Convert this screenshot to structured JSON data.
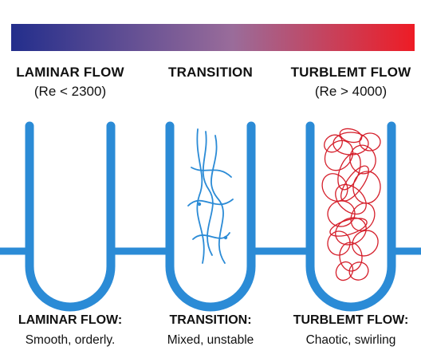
{
  "gradient": {
    "color_start": "#232e8c",
    "color_mid": "#9a6c9a",
    "color_end": "#ee1c25"
  },
  "colors": {
    "tube": "#2b8bd6",
    "laminar_lines": "#ffffff",
    "transition_lines": "#2b8bd6",
    "turbulent_lines": "#d51f2b"
  },
  "columns": [
    {
      "title": "LAMINAR FLOW",
      "subtitle": "(Re < 2300)",
      "caption_title": "LAMINAR FLOW:",
      "caption_desc": "Smooth, orderly."
    },
    {
      "title": "TRANSITION",
      "subtitle": "",
      "caption_title": "TRANSITION:",
      "caption_desc": "Mixed, unstable"
    },
    {
      "title": "TURBLEMT FLOW",
      "subtitle": "(Re > 4000)",
      "caption_title": "TURBLEMT FLOW:",
      "caption_desc": "Chaotic, swirling"
    }
  ]
}
